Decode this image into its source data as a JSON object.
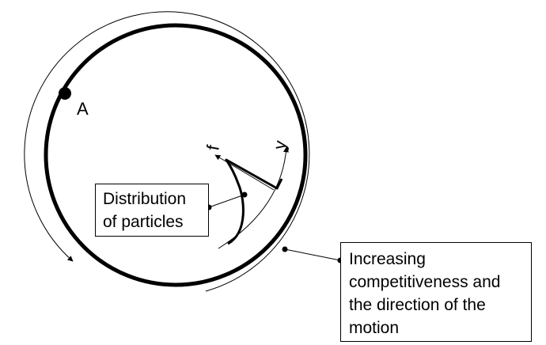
{
  "colors": {
    "stroke": "#000000",
    "background": "#ffffff"
  },
  "labels": {
    "point_a": "A",
    "axis_f": "f",
    "axis_y": "y"
  },
  "callouts": {
    "distribution": {
      "lines": [
        "Distribution",
        "of particles"
      ]
    },
    "competitiveness": {
      "lines": [
        "Increasing",
        "competitiveness and",
        "the direction of the",
        "motion"
      ]
    }
  }
}
